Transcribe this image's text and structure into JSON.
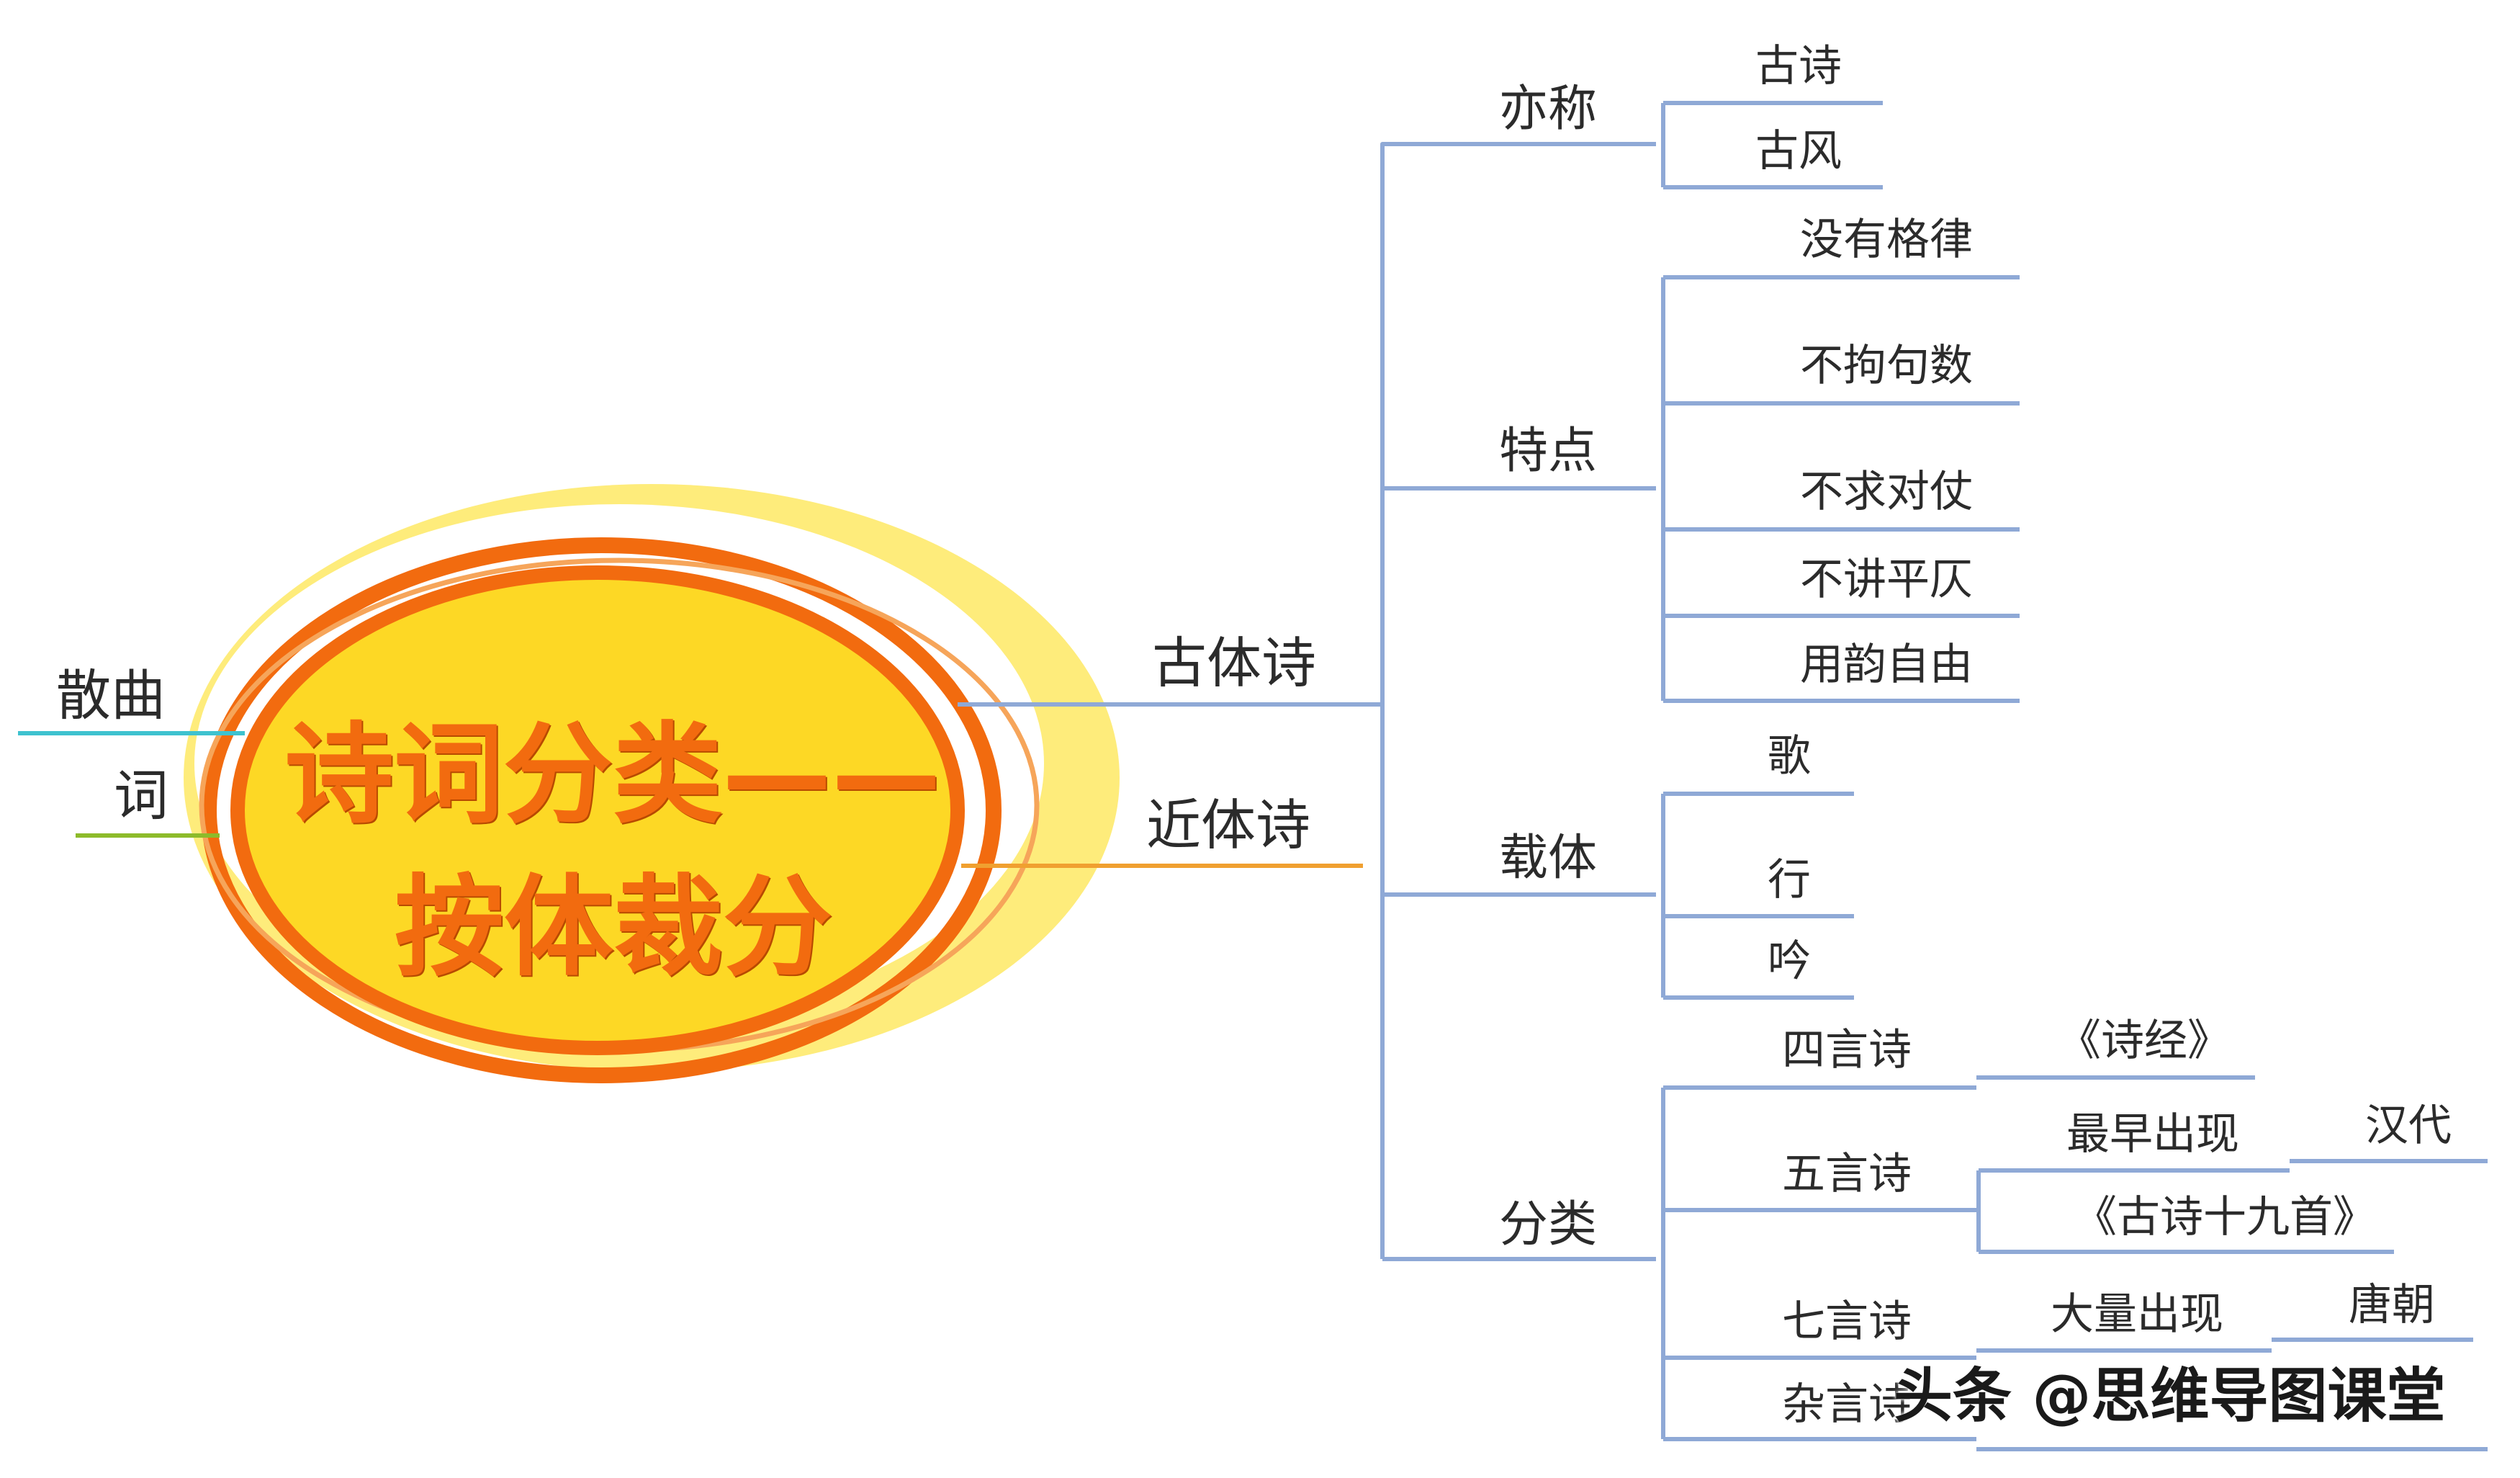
{
  "center": {
    "line1": "诗词分类——",
    "line2": "按体裁分"
  },
  "branches": {
    "gutishi": "古体诗",
    "jintishi": "近体诗",
    "sanqu": "散曲",
    "ci": "词"
  },
  "yicheng": {
    "label": "亦称",
    "items": [
      "古诗",
      "古风"
    ]
  },
  "tedian": {
    "label": "特点",
    "items": [
      "没有格律",
      "不拘句数",
      "不求对仗",
      "不讲平仄",
      "用韵自由"
    ]
  },
  "zaiti": {
    "label": "载体",
    "items": [
      "歌",
      "行",
      "吟"
    ]
  },
  "fenlei": {
    "label": "分类",
    "siyan": {
      "label": "四言诗",
      "child": "《诗经》"
    },
    "wuyan": {
      "label": "五言诗",
      "zuizao": "最早出现",
      "handai": "汉代",
      "shijiu": "《古诗十九首》"
    },
    "qiyan": {
      "label": "七言诗",
      "daliang": "大量出现",
      "tangchao": "唐朝"
    },
    "zayan": {
      "label": "杂言诗"
    }
  },
  "watermark": "头条 @思维导图课堂",
  "colors": {
    "tree_line": "#8fa9d6",
    "sanqu_line": "#3ec2cf",
    "ci_line": "#8dbb2a",
    "jintishi_line": "#f0a030",
    "ellipse_fill": "#fdd825",
    "ellipse_ring": "#f26b0f",
    "ellipse_glow": "#fde64f",
    "title_text": "#f26b0f"
  }
}
